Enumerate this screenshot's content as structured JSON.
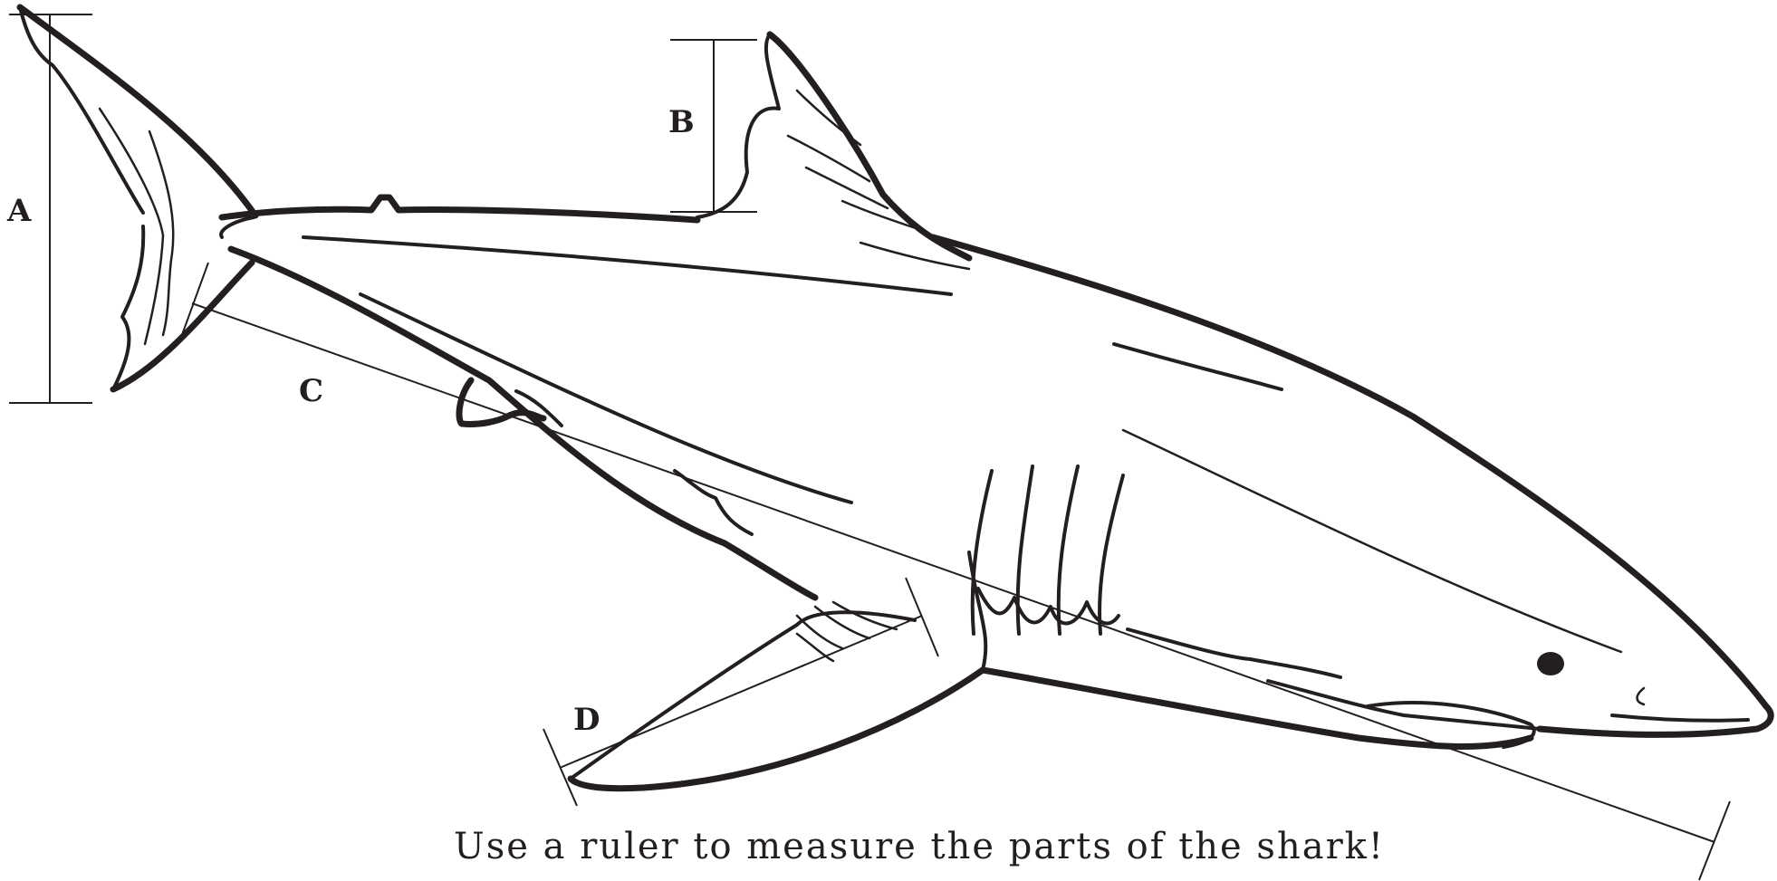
{
  "labels": {
    "a": "A",
    "b": "B",
    "c": "C",
    "d": "D"
  },
  "caption": "Use a ruler to measure the parts of the shark!",
  "colors": {
    "ink": "#231f20",
    "background": "#ffffff"
  }
}
